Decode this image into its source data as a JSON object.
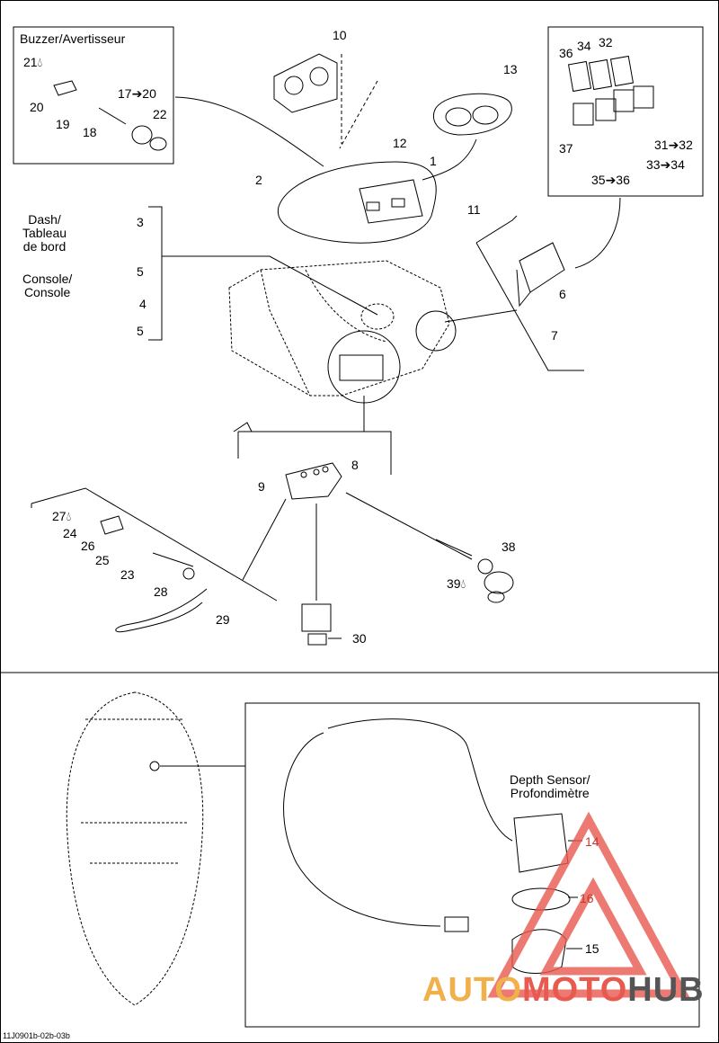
{
  "captions": {
    "buzzer": "Buzzer/Avertisseur",
    "dash": "Dash/\nTableau\nde bord",
    "console": "Console/\nConsole",
    "depth_sensor": "Depth Sensor/\nProfondimètre"
  },
  "callouts": {
    "c1": "1",
    "c2": "2",
    "c3": "3",
    "c4": "4",
    "c5a": "5",
    "c5b": "5",
    "c6": "6",
    "c7": "7",
    "c8": "8",
    "c9": "9",
    "c10": "10",
    "c11": "11",
    "c12": "12",
    "c13": "13",
    "c14": "14",
    "c15": "15",
    "c16": "16",
    "c17": "17➔20",
    "c18": "18",
    "c19": "19",
    "c20": "20",
    "c21": "21",
    "c22": "22",
    "c23": "23",
    "c24": "24",
    "c25": "25",
    "c26": "26",
    "c27": "27",
    "c28": "28",
    "c29": "29",
    "c30": "30",
    "c31": "31➔32",
    "c32": "32",
    "c33": "33➔34",
    "c34": "34",
    "c35": "35➔36",
    "c36": "36",
    "c37": "37",
    "c38": "38",
    "c39": "39"
  },
  "footer_code": "11J0901b-02b-03b",
  "watermark": {
    "part1": "AUTO",
    "part2": "MOTO",
    "part3": "HUB"
  },
  "colors": {
    "ink": "#000000",
    "watermark_red": "#e85a4f",
    "watermark_orange": "#f2b04a",
    "watermark_gray": "#555555"
  }
}
